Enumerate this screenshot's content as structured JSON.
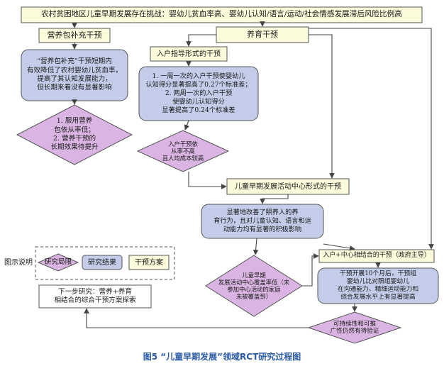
{
  "title": "农村贫困地区儿童早期发展存在挑战：婴幼儿贫血率高、婴幼儿认知/语言/运动/社会情感发展滞后风险比例高",
  "nutrition_branch": {
    "header": "营养包补充干预",
    "result": "“营养包补充”干预短期内\n有效降低了农村婴幼儿贫血率，\n提高了其认知发展能力，\n但长期来看没有显著影响",
    "limit": "1. 服用营养\n包依从率低；\n2. 营养干预的\n长期效果待提升"
  },
  "parenting_branch": {
    "header": "养育干预",
    "home_visit_header": "入户指导形式的干预",
    "home_visit_result": "1. 一周一次的入户干预使婴幼儿\n认知得分显著提高了0.27个标准差；\n2. 两周一次的入户干预\n使婴幼儿认知得分\n显著提高了0.24个标准差",
    "home_visit_limit": "入户干预依\n从率不高\n且人均成本较高",
    "center_header": "儿童早期发展活动中心形式的干预",
    "center_result": "显著地改善了照养人的养\n育行为，且对儿童认知、语言和运\n动能力均有显著的积极影响",
    "center_limit": "儿童早期\n发展活动中心覆盖率低（未\n参加中心活动的家庭\n未被覆盖到）",
    "combined_header": "入户+中心相结合的干预（政府主导）",
    "combined_result": "干预开展10个月后，干预组\n婴幼儿比对照组婴幼儿\n在沟通能力、精细运动能力和\n综合发展水平上有显著提高",
    "combined_limit": "可持续性和可推\n广性仍然有待验证"
  },
  "next_step": "下一步研究：营养+养育\n相结合的综合干预方案探索",
  "legend": {
    "title": "图示说明",
    "limitation": "研究局限",
    "result": "研究结果",
    "intervention": "干预方案"
  },
  "caption": "图5 “儿童早期发展”领域RCT研究过程图",
  "colors": {
    "intervention_fill": "#fbfbdc",
    "result_fill": "#c3cdea",
    "limitation_fill": "#dab5e3",
    "border": "#555555",
    "caption": "#2a5aa8"
  }
}
